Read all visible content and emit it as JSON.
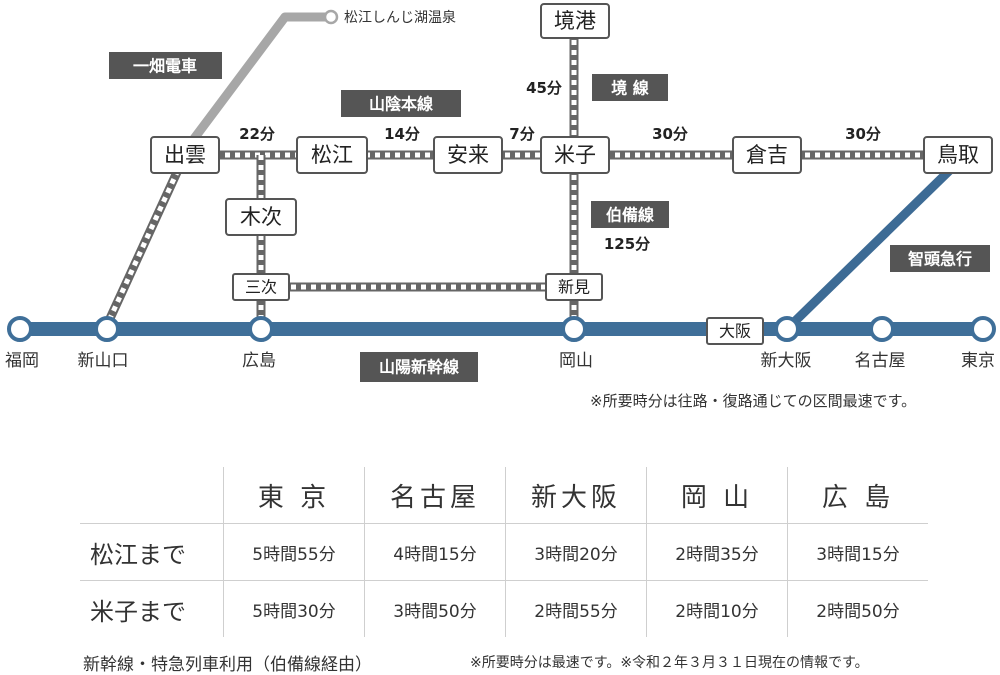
{
  "map": {
    "stations": {
      "sakaiminato": "境港",
      "izumo": "出雲",
      "matsue": "松江",
      "yasugi": "安来",
      "yonago": "米子",
      "kurayoshi": "倉吉",
      "tottori": "鳥取",
      "kisuki": "木次",
      "miyoshi": "三次",
      "niimi": "新見",
      "osaka": "大阪"
    },
    "shinkansen_stations": {
      "fukuoka": "福岡",
      "shinyamaguchi": "新山口",
      "hiroshima": "広島",
      "okayama": "岡山",
      "shinosaka": "新大阪",
      "nagoya": "名古屋",
      "tokyo": "東京"
    },
    "lines": {
      "ichibata": "一畑電車",
      "sanin": "山陰本線",
      "sakai": "境 線",
      "hakubi": "伯備線",
      "chizu": "智頭急行",
      "sanyo_shinkansen": "山陽新幹線"
    },
    "times": {
      "izumo_matsue": "22分",
      "matsue_yasugi": "14分",
      "yasugi_yonago": "7分",
      "yonago_kurayoshi": "30分",
      "kurayoshi_tottori": "30分",
      "yonago_sakaiminato": "45分",
      "hakubi": "125分"
    },
    "destination": "松江しんじ湖温泉",
    "note": "※所要時分は往路・復路通じての区間最速です。",
    "colors": {
      "shinkansen": "#3f6f99",
      "chizu": "#3d6b95",
      "ichibata": "#a7a7a7",
      "jr_line": "#666666",
      "label_bg": "#555555"
    }
  },
  "table": {
    "columns": [
      "東 京",
      "名古屋",
      "新大阪",
      "岡 山",
      "広 島"
    ],
    "rows": [
      {
        "label": "松江まで",
        "values": [
          "5時間55分",
          "4時間15分",
          "3時間20分",
          "2時間35分",
          "3時間15分"
        ]
      },
      {
        "label": "米子まで",
        "values": [
          "5時間30分",
          "3時間50分",
          "2時間55分",
          "2時間10分",
          "2時間50分"
        ]
      }
    ]
  },
  "footer": {
    "left": "新幹線・特急列車利用（伯備線経由）",
    "right": "※所要時分は最速です。※令和２年３月３１日現在の情報です。"
  }
}
